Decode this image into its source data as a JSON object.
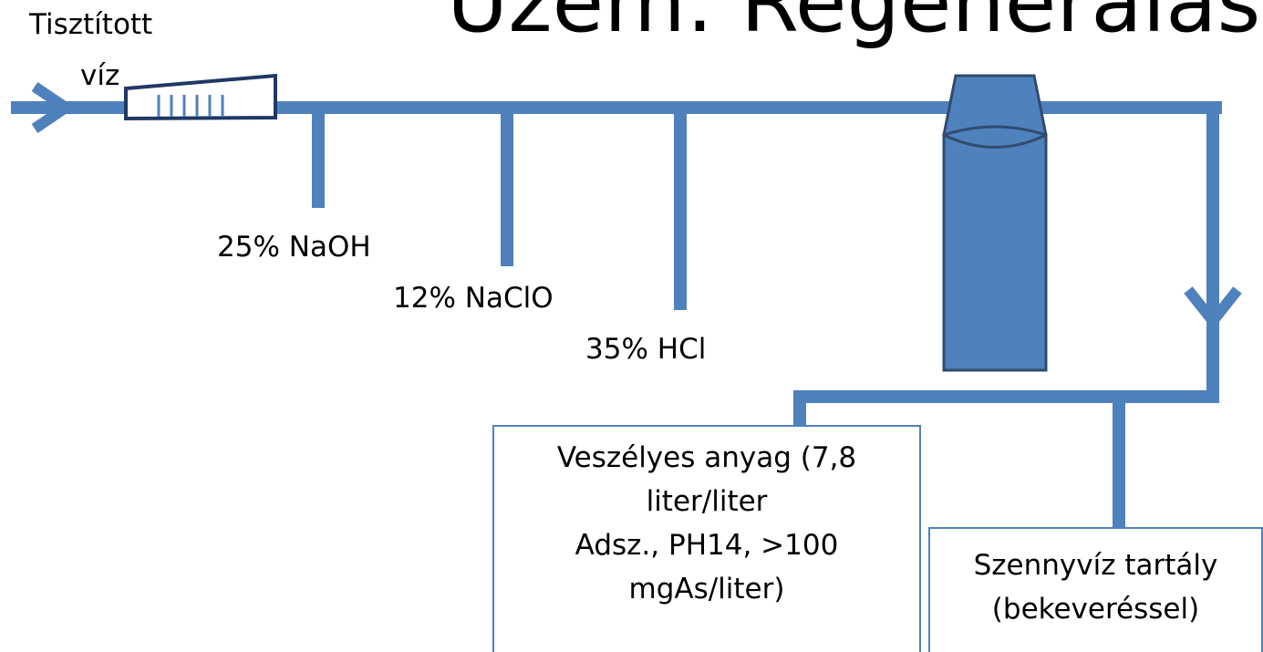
{
  "title": "Üzem: Regenerálás",
  "inlet": {
    "line1": "Tisztított",
    "line2": "víz"
  },
  "chemicals": [
    {
      "label": "25% NaOH"
    },
    {
      "label": "12% NaClO"
    },
    {
      "label": "35% HCl"
    }
  ],
  "hazardous_box": {
    "lines": [
      "Veszélyes anyag (7,8",
      "liter/liter",
      "Adsz., PH14, >100",
      "mgAs/liter)"
    ]
  },
  "wastewater_box": {
    "lines": [
      "Szennyvíz tartály",
      "(bekeveréssel)"
    ]
  },
  "colors": {
    "pipe": "#4f81bd",
    "vessel_fill": "#4f81bd",
    "vessel_edge": "#2f4b6e",
    "meter_edge": "#1f3864"
  }
}
